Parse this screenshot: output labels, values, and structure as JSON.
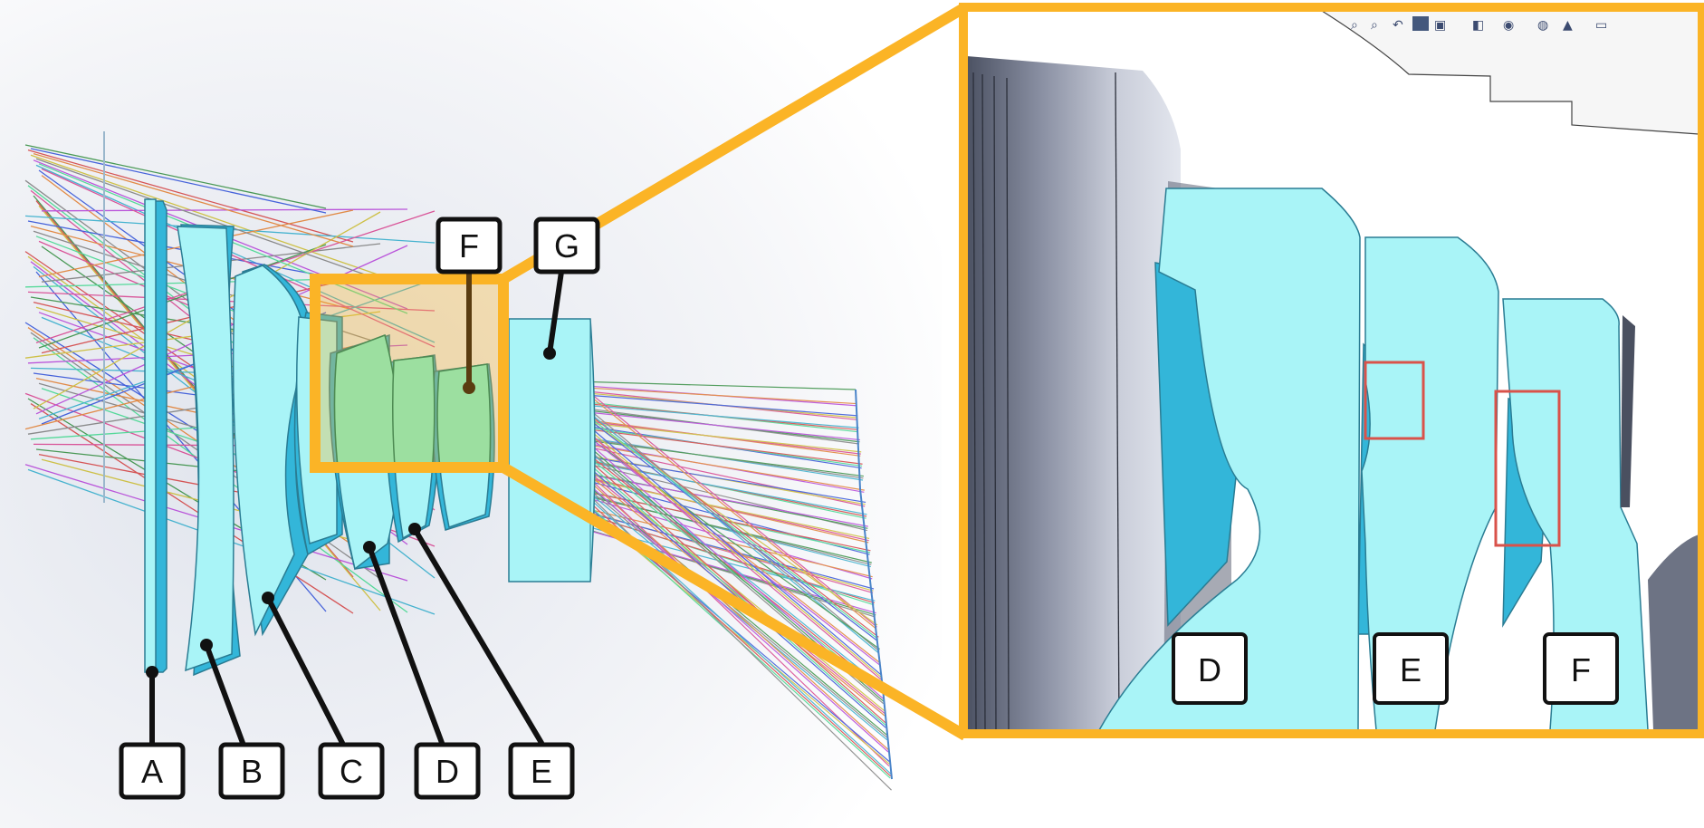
{
  "colors": {
    "highlight": "#FBB426",
    "lens": "#A9F4F7",
    "lens_dark": "#33B6D9",
    "lens_outline": "#2A7C93",
    "zoom_lens": "#9CDFA0",
    "red_box": "#D9524A",
    "housing": "#6D7384"
  },
  "icons": [
    "zoom-fit-icon",
    "zoom-area-icon",
    "previous-view-icon",
    "section-view-icon",
    "view-orientation-icon",
    "display-style-icon",
    "hide-show-icon",
    "edit-appearance-icon",
    "scene-icon",
    "view-settings-icon"
  ],
  "labels": {
    "A": "A",
    "B": "B",
    "C": "C",
    "D": "D",
    "E": "E",
    "F": "F",
    "G": "G"
  },
  "zoom_labels": {
    "D": "D",
    "E": "E",
    "F": "F"
  }
}
